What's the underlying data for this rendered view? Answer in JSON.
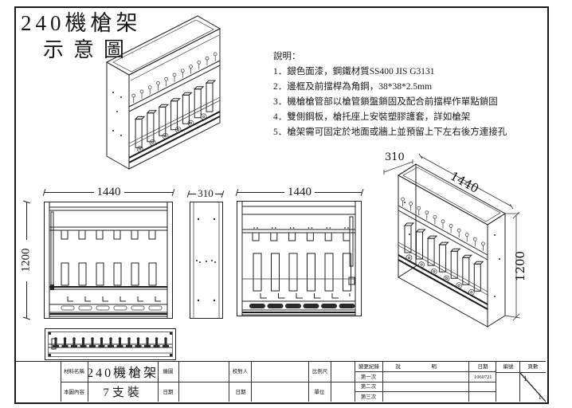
{
  "page": {
    "title_line1": "240機槍架",
    "title_line2": "示意圖"
  },
  "notes": {
    "heading": "說明：",
    "items": [
      "1．銀色面漆，鋼鐵材質SS400 JIS G3131",
      "2．邊框及前擋桿為角鋼，38*38*2.5mm",
      "3．機槍槍管部以槍管鎖盤鎖固及配合前擋桿作單點鎖固",
      "4．雙側鋼板，槍托座上安裝塑膠護套，詳如槍架",
      "5．槍架需可固定於地面或牆上並預留上下左右後方連接孔"
    ]
  },
  "dims": {
    "front_width": "1440",
    "front_height": "1200",
    "side_depth": "310",
    "rear_width": "1440",
    "iso_depth": "310",
    "iso_width": "1440",
    "iso_height": "1200"
  },
  "title_block": {
    "material_label": "材料名稱",
    "content_label": "本圖內容",
    "name_value": "240機槍架",
    "qty_value": "7支裝",
    "drafter_label": "繪圖",
    "date_label": "日期",
    "checker_label": "校對人",
    "scale_label": "比例尺",
    "unit_label": "單位",
    "revision_label": "變更紀錄",
    "rev_row1": "第一次",
    "rev_row2": "第二次",
    "rev_row3": "第三次",
    "remark_label": "說明",
    "date_value": "1060721",
    "serial_label": "編號",
    "page_label": "頁數",
    "page_top": "1",
    "page_bottom": "1"
  }
}
